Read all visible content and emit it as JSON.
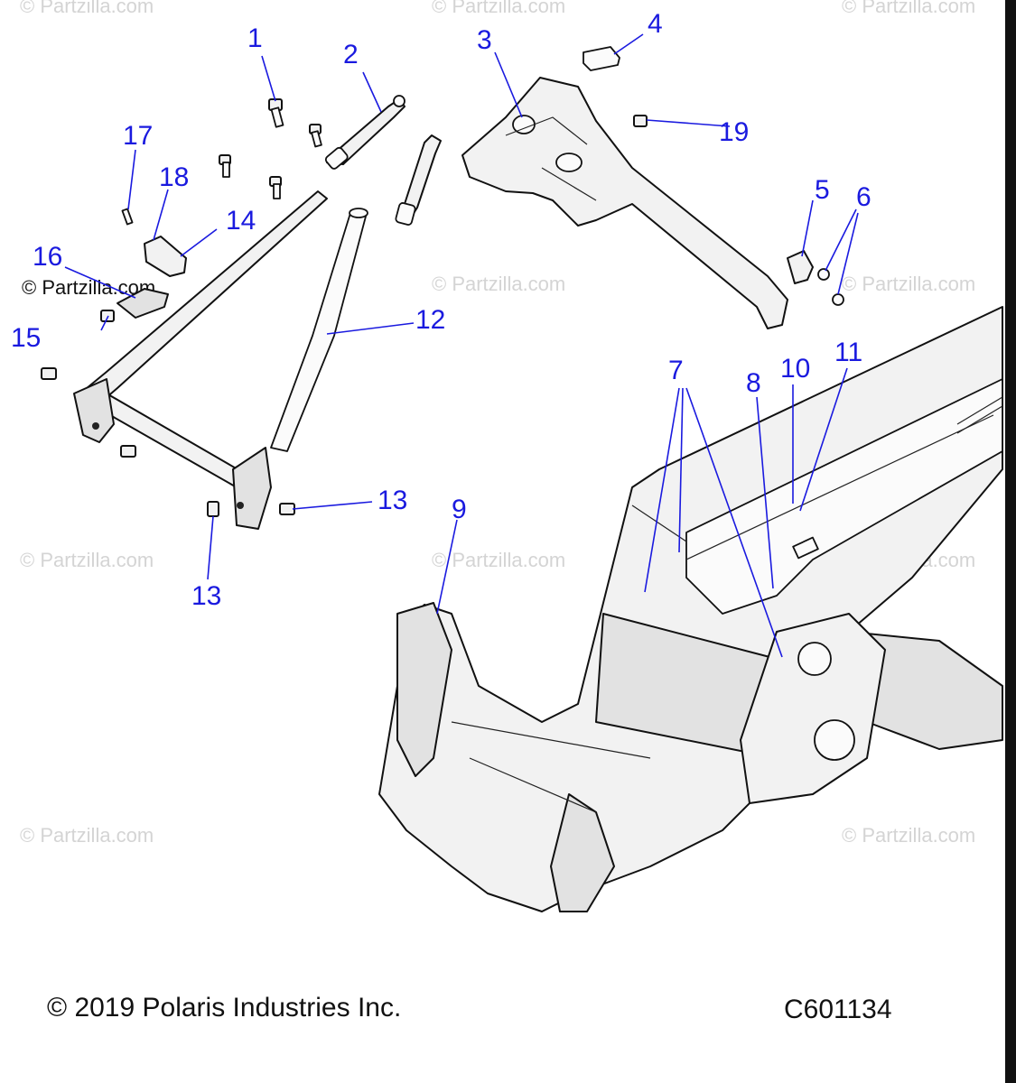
{
  "watermark": "© Partzilla.com",
  "watermark_dark": "© Partzilla.com",
  "footer": {
    "copyright": "© 2019 Polaris Industries Inc.",
    "diagram_id": "C601134"
  },
  "callouts": [
    "1",
    "2",
    "3",
    "4",
    "5",
    "6",
    "7",
    "8",
    "9",
    "10",
    "11",
    "12",
    "13",
    "13",
    "14",
    "15",
    "16",
    "17",
    "18",
    "19"
  ],
  "colors": {
    "callout": "#1a1adf",
    "watermark": "#d4d4d4",
    "line": "#111111"
  }
}
